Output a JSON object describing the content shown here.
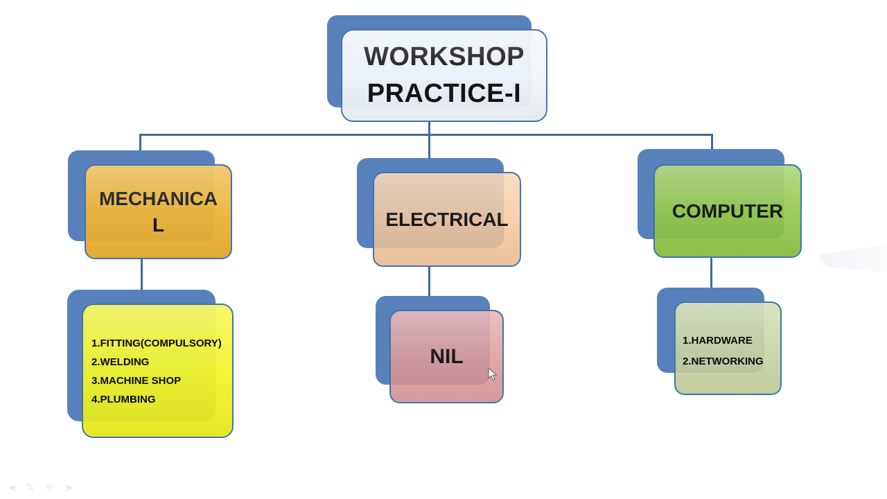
{
  "diagram": {
    "root_label": "WORKSHOP PRACTICE-I",
    "branches": [
      {
        "label": "MECHANICAL",
        "child": {
          "items": [
            "1.FITTING(COMPULSORY)",
            "2.WELDING",
            "3.MACHINE SHOP",
            "4.PLUMBING"
          ]
        }
      },
      {
        "label": "ELECTRICAL",
        "child": {
          "label": "NIL"
        }
      },
      {
        "label": "COMPUTER",
        "child": {
          "items": [
            "1.HARDWARE",
            "2.NETWORKING"
          ]
        }
      }
    ]
  },
  "slideshow_controls": {
    "icons": [
      {
        "name": "previous-slide-icon",
        "glyph": "◄"
      },
      {
        "name": "pen-icon",
        "glyph": "✎"
      },
      {
        "name": "menu-icon",
        "glyph": "≡"
      },
      {
        "name": "next-slide-icon",
        "glyph": "►"
      }
    ]
  },
  "colors": {
    "shadow_blue": "#5881BC",
    "box_border_blue": "#4173B0",
    "connector_blue": "#41699F",
    "title_fill": "#F1F5FAF2",
    "mechanical_fill": "#ECAF2BF2",
    "mech_items_fill": "#F1F31BEE",
    "electrical_fill": "#F5C496D9",
    "nil_fill": "#DB9495DE",
    "computer_fill": "#8CC640EB",
    "computer_items_fill": "#C6D29BE6",
    "text_color": "#0A0A0A",
    "faint_icon_gray": "#E9E9E9"
  }
}
